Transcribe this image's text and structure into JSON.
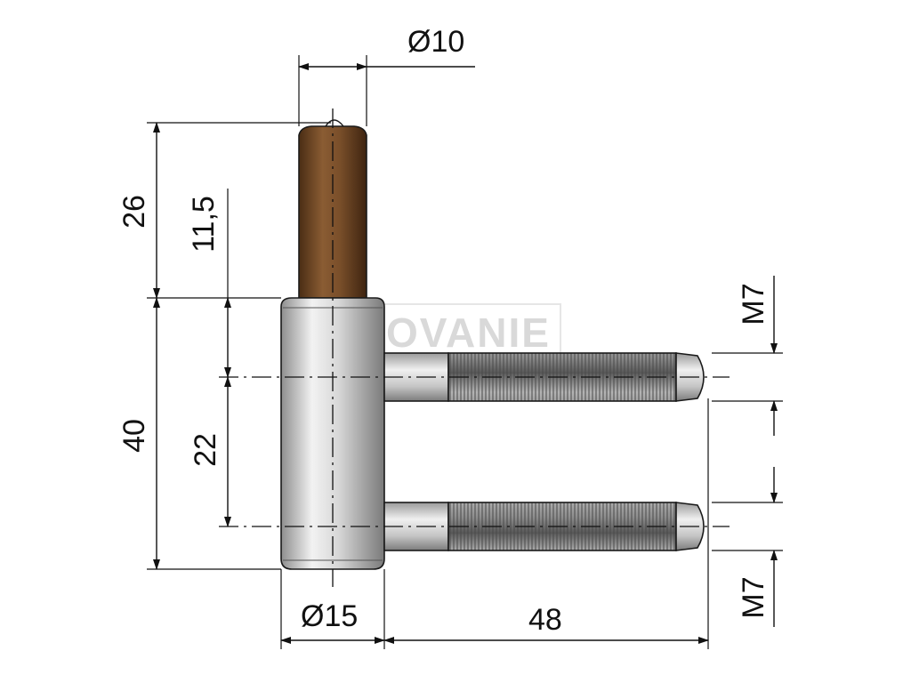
{
  "watermark": "OVANIE",
  "dimensions": {
    "pin_diameter": "Ø10",
    "pin_height": "26",
    "offset_to_bolt": "11,5",
    "body_height": "40",
    "bolt_spacing": "22",
    "body_diameter": "Ø15",
    "bolt_length": "48",
    "thread_top": "M7",
    "thread_bottom": "M7"
  },
  "colors": {
    "pin": "#6b4524",
    "body": "#c9c9c9",
    "thread": "#8a8a8a",
    "line": "#111111"
  }
}
